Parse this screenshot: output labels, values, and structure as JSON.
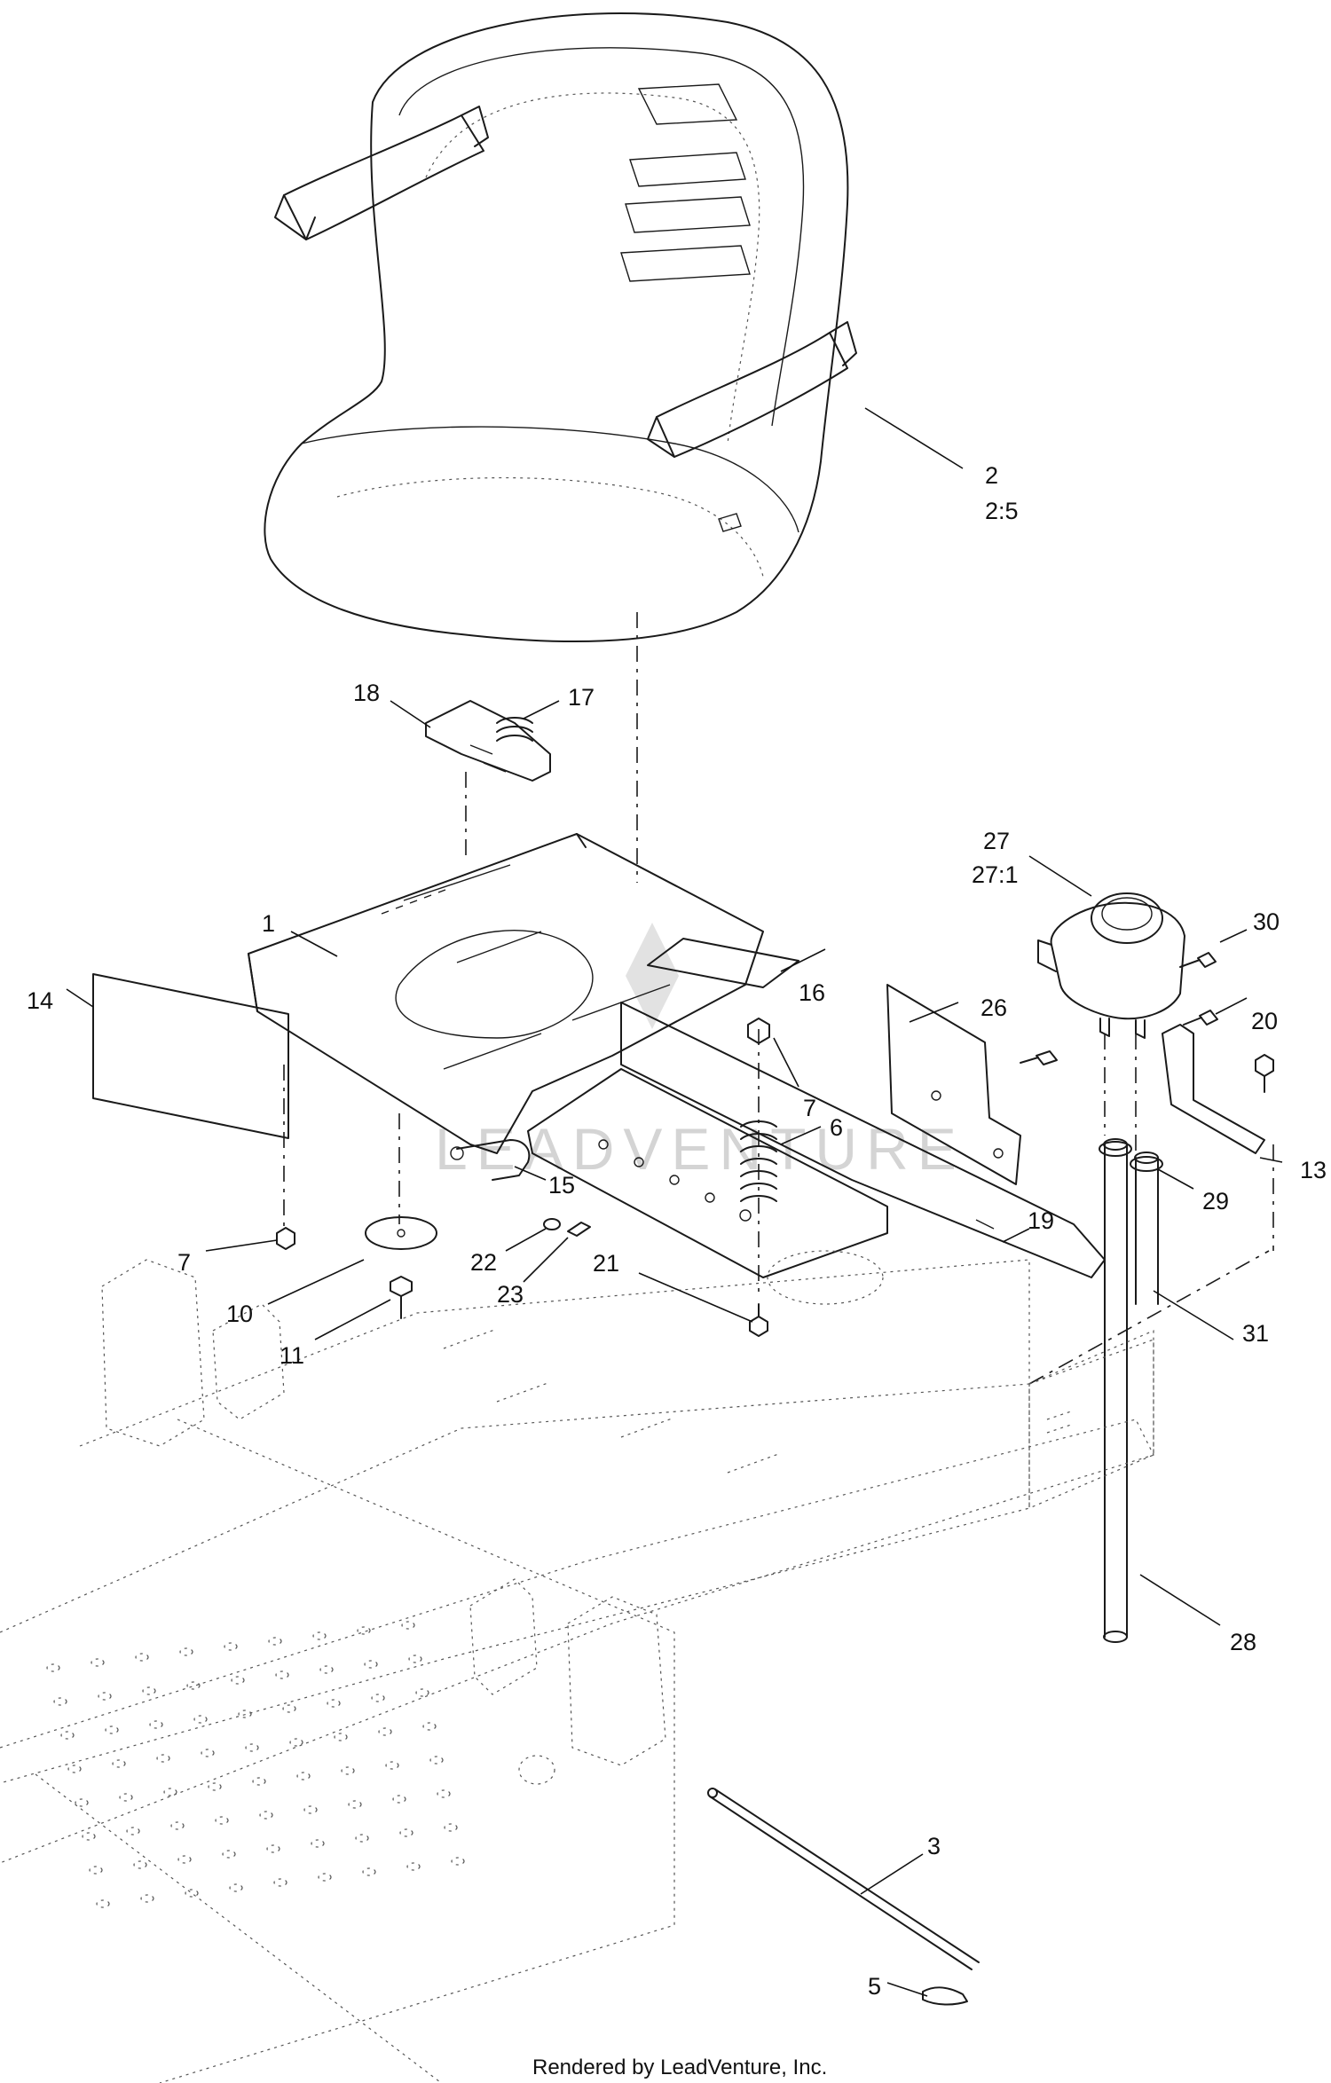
{
  "diagram": {
    "watermark": "LEADVENTURE",
    "footer": "Rendered by LeadVenture, Inc.",
    "callouts": [
      {
        "id": "c-2",
        "text": "2",
        "sub": "2:5"
      },
      {
        "id": "c-18",
        "text": "18"
      },
      {
        "id": "c-17",
        "text": "17"
      },
      {
        "id": "c-27",
        "text": "27",
        "sub": "27:1"
      },
      {
        "id": "c-30",
        "text": "30"
      },
      {
        "id": "c-1",
        "text": "1"
      },
      {
        "id": "c-26",
        "text": "26"
      },
      {
        "id": "c-16",
        "text": "16"
      },
      {
        "id": "c-20",
        "text": "20"
      },
      {
        "id": "c-14",
        "text": "14"
      },
      {
        "id": "c-7a",
        "text": "7"
      },
      {
        "id": "c-6",
        "text": "6"
      },
      {
        "id": "c-13",
        "text": "13"
      },
      {
        "id": "c-15",
        "text": "15"
      },
      {
        "id": "c-29",
        "text": "29"
      },
      {
        "id": "c-19",
        "text": "19"
      },
      {
        "id": "c-22",
        "text": "22"
      },
      {
        "id": "c-21",
        "text": "21"
      },
      {
        "id": "c-7b",
        "text": "7"
      },
      {
        "id": "c-23",
        "text": "23"
      },
      {
        "id": "c-10",
        "text": "10"
      },
      {
        "id": "c-31",
        "text": "31"
      },
      {
        "id": "c-11",
        "text": "11"
      },
      {
        "id": "c-28",
        "text": "28"
      },
      {
        "id": "c-3",
        "text": "3"
      },
      {
        "id": "c-5",
        "text": "5"
      }
    ]
  }
}
